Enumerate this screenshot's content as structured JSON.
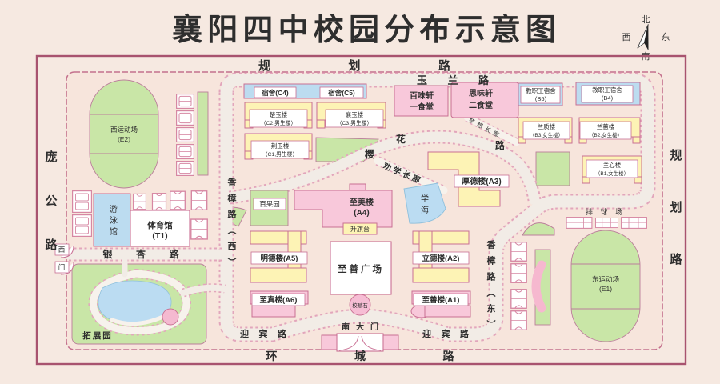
{
  "title": "襄阳四中校园分布示意图",
  "compass": {
    "north": "北",
    "south": "南",
    "west": "西",
    "east": "东"
  },
  "border_roads": {
    "top": "规划路",
    "right": "规划路",
    "left": "庞公路",
    "bottom": "环城路"
  },
  "roads": {
    "yulan": "玉兰路",
    "xiangzhang_west": "香樟路（西）",
    "xiangzhang_east": "香樟路（东）",
    "yinxing": "银杏路",
    "yingbin_left": "迎宾路",
    "yingbin_right": "迎宾路",
    "yinghua_chars": [
      "樱",
      "花",
      "路"
    ],
    "quanxue_corridor": "劝学长廊",
    "mengxiang_corridor": "梦想长廊"
  },
  "gates": {
    "south": "南大门",
    "west_chars": [
      "西",
      "门"
    ]
  },
  "canteens": {
    "baiweixuan": {
      "l1": "百味轩",
      "l2": "一食堂"
    },
    "siweixuan": {
      "l1": "思味轩",
      "l2": "二食堂"
    }
  },
  "dorms": {
    "c4": "宿舍(C4)",
    "c5": "宿舍(C5)",
    "chuyu": {
      "l1": "楚玉楼",
      "l2": "（C2,男生楼）"
    },
    "xiangyu": {
      "l1": "襄玉楼",
      "l2": "（C3,男生楼）"
    },
    "jingyu": {
      "l1": "荆玉楼",
      "l2": "（C1,男生楼）"
    },
    "staff_b5": {
      "l1": "教职工宿舍",
      "l2": "(B5)"
    },
    "staff_b4": {
      "l1": "教职工宿舍",
      "l2": "(B4)"
    },
    "lanzhi": {
      "l1": "兰质楼",
      "l2": "（B3,女生楼）"
    },
    "lanhui": {
      "l1": "兰蕙楼",
      "l2": "（B2,女生楼）"
    },
    "lanxin": {
      "l1": "兰心楼",
      "l2": "（B1,女生楼）"
    }
  },
  "teaching": {
    "houde": "厚德楼(A3)",
    "zhimei": {
      "l1": "至美楼",
      "l2": "(A4)"
    },
    "mingde": "明德楼(A5)",
    "lide": "立德楼(A2)",
    "zhizhen": "至真楼(A6)",
    "zhishan": "至善楼(A1)"
  },
  "sports": {
    "gym": {
      "l1": "体育馆",
      "l2": "(T1)"
    },
    "pool": "游泳馆",
    "west_field": {
      "l1": "西运动场",
      "l2": "(E2)"
    },
    "east_field": {
      "l1": "东运动场",
      "l2": "(E1)"
    },
    "volleyball": "排球场"
  },
  "landmarks": {
    "baiguoyuan": "百果园",
    "xuehai": "学海",
    "tuozhanyuan": "拓展园",
    "zhishan_square": "至善广场",
    "flag_platform": "升旗台",
    "xiaofu_stone": "校赋石"
  },
  "colors": {
    "title_red": "#e8272d",
    "building_yellow": "#fdf3b5",
    "building_pink": "#f8c8da",
    "building_blue": "#bcdcf0",
    "green": "#c9e6a7",
    "road_fill": "#f2ece6",
    "outline_pink": "#c96f93",
    "border_maroon": "#a8536f",
    "water_blue": "#bbdcf2",
    "background": "#f6e9e1"
  }
}
